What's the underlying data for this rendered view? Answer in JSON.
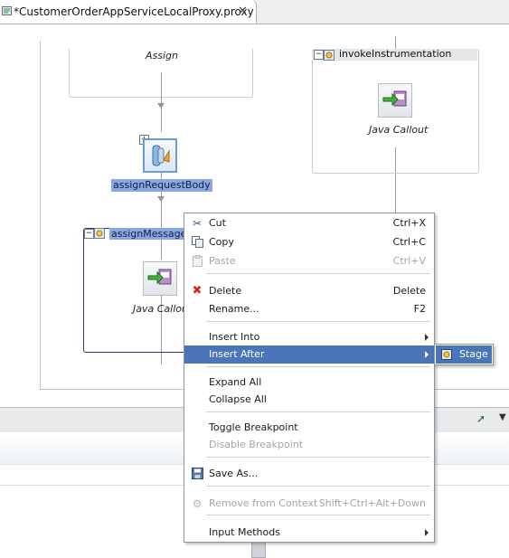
{
  "editor_tab": {
    "title": "*CustomerOrderAppServiceLocalProxy.proxy",
    "close_glyph": "✕",
    "icon": "proxy-file-icon"
  },
  "canvas": {
    "assign": {
      "label": "Assign"
    },
    "assign_request_body": {
      "label": "assignRequestBody",
      "toggle": "+",
      "icon": "assign-action-icon"
    },
    "assign_message_ecid": {
      "label": "assignMessageEcid",
      "toggle": "−",
      "icon": "stage-icon"
    },
    "java_callout_1": {
      "label": "Java Callout",
      "icon": "java-callout-icon"
    },
    "invoke_instrumentation": {
      "label": "invokeInstrumentation",
      "toggle": "−",
      "icon": "stage-icon"
    },
    "java_callout_2": {
      "label": "Java Callout",
      "icon": "java-callout-icon"
    }
  },
  "context_menu": {
    "items": [
      {
        "label": "Cut",
        "shortcut": "Ctrl+X",
        "icon": "scissors-icon",
        "disabled": false
      },
      {
        "label": "Copy",
        "shortcut": "Ctrl+C",
        "icon": "copy-icon",
        "disabled": false
      },
      {
        "label": "Paste",
        "shortcut": "Ctrl+V",
        "icon": "paste-icon",
        "disabled": true
      },
      {
        "label": "Delete",
        "shortcut": "Delete",
        "icon": "delete-icon",
        "disabled": false
      },
      {
        "label": "Rename...",
        "shortcut": "F2",
        "disabled": false
      },
      {
        "label": "Insert Into",
        "submenu": true,
        "disabled": false
      },
      {
        "label": "Insert After",
        "submenu": true,
        "highlighted": true,
        "disabled": false
      },
      {
        "label": "Expand All",
        "disabled": false
      },
      {
        "label": "Collapse All",
        "disabled": false
      },
      {
        "label": "Toggle Breakpoint",
        "disabled": false
      },
      {
        "label": "Disable Breakpoint",
        "disabled": true
      },
      {
        "label": "Save As...",
        "icon": "save-icon",
        "disabled": false
      },
      {
        "label": "Remove from Context",
        "shortcut": "Shift+Ctrl+Alt+Down",
        "icon": "remove-context-icon",
        "disabled": true
      },
      {
        "label": "Input Methods",
        "submenu": true,
        "disabled": false
      }
    ]
  },
  "submenu": {
    "label": "Stage",
    "icon": "stage-icon"
  },
  "panel": {
    "pin_icon": "pin-icon",
    "menu_icon": "view-menu-icon"
  },
  "colors": {
    "selection": "#8aa7e0",
    "menu_highlight": "#4b75b9",
    "delete_red": "#d42a1e"
  }
}
